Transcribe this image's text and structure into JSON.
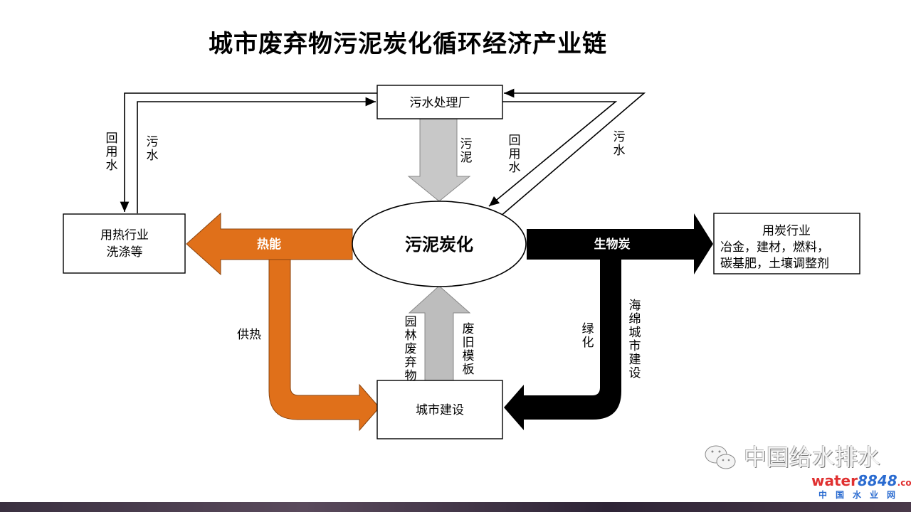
{
  "title": "城市废弃物污泥炭化循环经济产业链",
  "nodes": {
    "wastewater_plant": "污水处理厂",
    "heat_industry": [
      "用热行业",
      "洗涤等"
    ],
    "carbonization": "污泥炭化",
    "carbon_industry": [
      "用炭行业",
      "冶金，建材，燃料，",
      "碳基肥，土壤调整剂"
    ],
    "urban_construction": "城市建设"
  },
  "edges": {
    "reclaimed_water_left": "回用水",
    "sewage_left": "污水",
    "sludge": "污泥",
    "reclaimed_water_right": "回用水",
    "sewage_right": "污水",
    "heat_energy": "热能",
    "biochar": "生物炭",
    "heat_supply": "供热",
    "garden_waste": "园林废弃物",
    "old_formwork": "废旧模板",
    "greening": "绿化",
    "sponge_city": "海绵城市建设"
  },
  "colors": {
    "heat": "#e0701a",
    "biochar": "#000000",
    "gray_arrow": "#c8c8c8"
  },
  "watermark": {
    "text": "中国给水排水",
    "brand_a": "water",
    "brand_b": "8848",
    "brand_c": ".com",
    "brand_sub": "中国水业网"
  }
}
